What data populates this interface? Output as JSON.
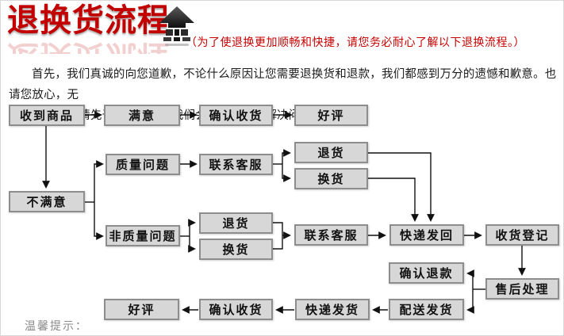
{
  "header": {
    "title": "退换货流程",
    "subtitle": "（为了使退换更加顺畅和快捷，请您务必耐心了解以下退换流程。）",
    "logo_icon": "home-up-arrow-icon"
  },
  "intro": {
    "line1": "首先，我们真诚的向您道歉，不论什么原因让您需要退换货和退款，我们都感到万分的遗憾和歉意。也请您放心，无",
    "line2": "论什么问题，请先于我们沟通，我们会尽最大努力解决问题：）"
  },
  "flow": {
    "nodes": [
      {
        "id": "receive-goods",
        "label": "收到商品"
      },
      {
        "id": "satisfied",
        "label": "满意"
      },
      {
        "id": "confirm-receipt-top",
        "label": "确认收货"
      },
      {
        "id": "praise-top",
        "label": "好评"
      },
      {
        "id": "quality-issue",
        "label": "质量问题"
      },
      {
        "id": "contact-service-quality",
        "label": "联系客服"
      },
      {
        "id": "return-goods-quality",
        "label": "退货"
      },
      {
        "id": "exchange-goods-quality",
        "label": "换货"
      },
      {
        "id": "unsatisfied",
        "label": "不满意"
      },
      {
        "id": "non-quality-issue",
        "label": "非质量问题"
      },
      {
        "id": "return-goods-nonquality",
        "label": "退货"
      },
      {
        "id": "exchange-goods-nonquality",
        "label": "换货"
      },
      {
        "id": "contact-service-nonquality",
        "label": "联系客服"
      },
      {
        "id": "courier-return",
        "label": "快递发回"
      },
      {
        "id": "receipt-register",
        "label": "收货登记"
      },
      {
        "id": "confirm-refund",
        "label": "确认退款"
      },
      {
        "id": "aftersale-process",
        "label": "售后处理"
      },
      {
        "id": "dispatch-shipment",
        "label": "配送发货"
      },
      {
        "id": "courier-dispatch",
        "label": "快递发货"
      },
      {
        "id": "confirm-receipt-bottom",
        "label": "确认收货"
      },
      {
        "id": "praise-bottom",
        "label": "好评"
      }
    ],
    "edges": [
      {
        "from": "receive-goods",
        "to": "satisfied"
      },
      {
        "from": "satisfied",
        "to": "confirm-receipt-top"
      },
      {
        "from": "confirm-receipt-top",
        "to": "praise-top"
      },
      {
        "from": "receive-goods",
        "to": "unsatisfied"
      },
      {
        "from": "unsatisfied",
        "to": "quality-issue"
      },
      {
        "from": "unsatisfied",
        "to": "non-quality-issue"
      },
      {
        "from": "quality-issue",
        "to": "contact-service-quality"
      },
      {
        "from": "contact-service-quality",
        "to": "return-goods-quality"
      },
      {
        "from": "contact-service-quality",
        "to": "exchange-goods-quality"
      },
      {
        "from": "return-goods-quality",
        "to": "courier-return"
      },
      {
        "from": "exchange-goods-quality",
        "to": "courier-return"
      },
      {
        "from": "non-quality-issue",
        "to": "return-goods-nonquality"
      },
      {
        "from": "non-quality-issue",
        "to": "exchange-goods-nonquality"
      },
      {
        "from": "return-goods-nonquality",
        "to": "contact-service-nonquality"
      },
      {
        "from": "exchange-goods-nonquality",
        "to": "contact-service-nonquality"
      },
      {
        "from": "contact-service-nonquality",
        "to": "courier-return"
      },
      {
        "from": "courier-return",
        "to": "receipt-register"
      },
      {
        "from": "receipt-register",
        "to": "aftersale-process"
      },
      {
        "from": "aftersale-process",
        "to": "confirm-refund"
      },
      {
        "from": "aftersale-process",
        "to": "dispatch-shipment"
      },
      {
        "from": "dispatch-shipment",
        "to": "courier-dispatch"
      },
      {
        "from": "courier-dispatch",
        "to": "confirm-receipt-bottom"
      },
      {
        "from": "confirm-receipt-bottom",
        "to": "praise-bottom"
      }
    ]
  },
  "footer": {
    "tip_label": "温馨提示："
  },
  "colors": {
    "title_text": "#c20000",
    "subtitle_text": "#c80000",
    "body_text": "#1c1c1c",
    "box_fill": "#d7d7d7",
    "box_border": "#8d8d8d",
    "connector_line": "#111111",
    "tip_text": "#8a8a8a"
  }
}
